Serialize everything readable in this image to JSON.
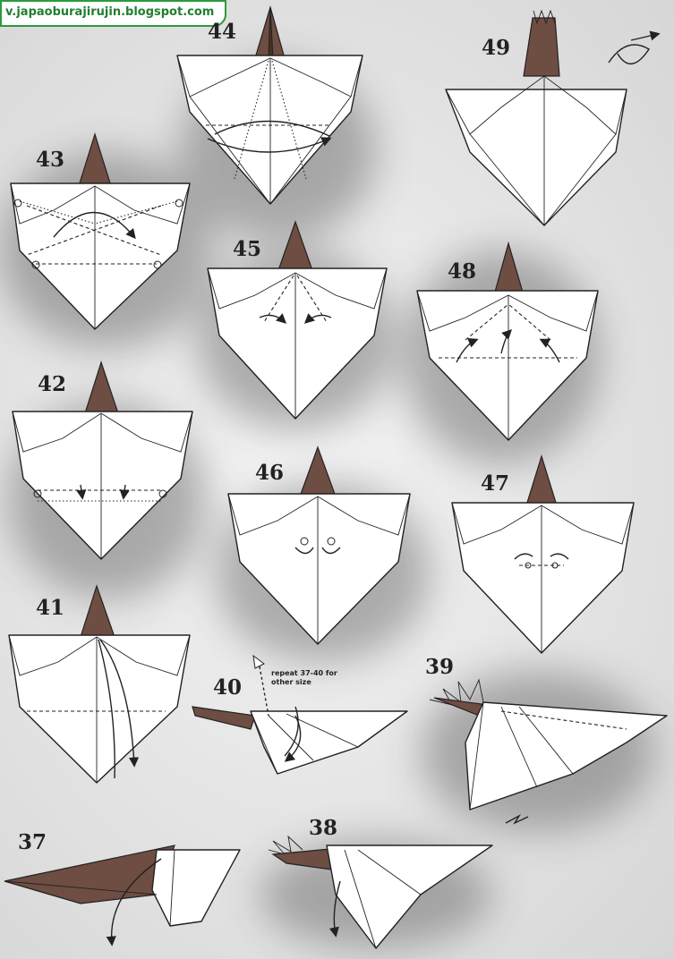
{
  "watermark": "v.japaoburajirujin.blogspot.com",
  "steps": [
    "37",
    "38",
    "39",
    "40",
    "41",
    "42",
    "43",
    "44",
    "45",
    "46",
    "47",
    "48",
    "49"
  ],
  "note": "repeat 37-40 for other size",
  "colors": {
    "paper": "#ffffff",
    "brown": "#6e4d42",
    "line": "#222222",
    "brand_green": "#2c9a3c"
  }
}
